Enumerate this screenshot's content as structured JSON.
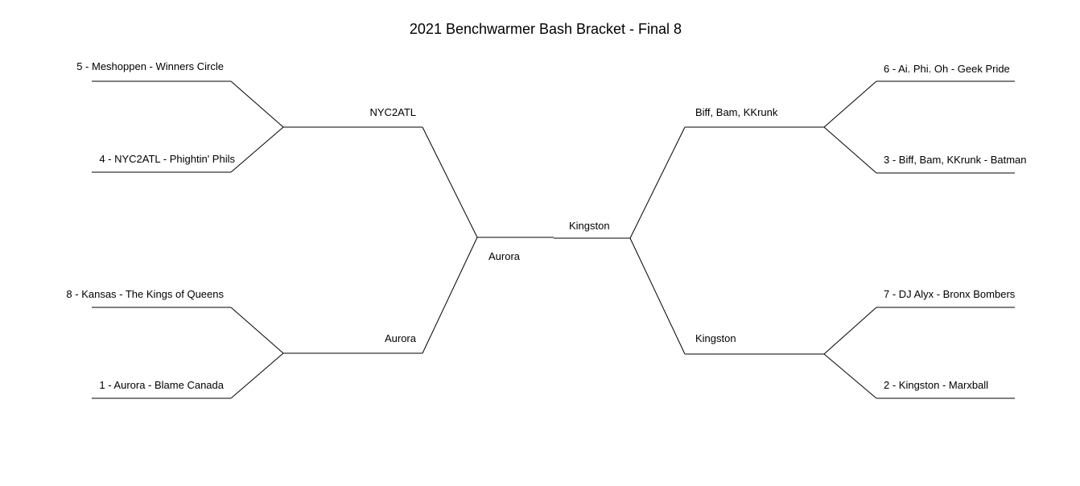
{
  "title": "2021 Benchwarmer Bash Bracket - Final 8",
  "round1": {
    "left": [
      "5 - Meshoppen - Winners Circle",
      "4 - NYC2ATL - Phightin' Phils",
      "8 - Kansas - The Kings of Queens",
      "1 - Aurora - Blame Canada"
    ],
    "right": [
      "6 - Ai. Phi. Oh - Geek Pride",
      "3 - Biff, Bam, KKrunk - Batman",
      "7 - DJ Alyx - Bronx Bombers",
      "2 - Kingston - Marxball"
    ]
  },
  "semis": {
    "left": [
      "NYC2ATL",
      "Aurora"
    ],
    "right": [
      "Biff, Bam, KKrunk",
      "Kingston"
    ]
  },
  "final": {
    "left": "Aurora",
    "right": "Kingston"
  }
}
